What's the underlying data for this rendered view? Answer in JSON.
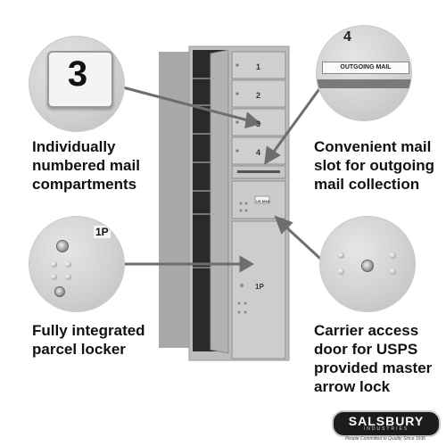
{
  "callouts": {
    "numbered": {
      "number": "3",
      "caption": [
        "Individually",
        "numbered mail",
        "compartments"
      ]
    },
    "outgoing": {
      "number": "4",
      "label": "OUTGOING MAIL",
      "caption": [
        "Convenient mail",
        "slot for outgoing",
        "mail collection"
      ]
    },
    "parcel": {
      "label": "1P",
      "caption": [
        "Fully integrated",
        "parcel locker"
      ]
    },
    "carrier": {
      "caption": [
        "Carrier access",
        "door for USPS",
        "provided master",
        "arrow lock"
      ]
    }
  },
  "mailbox": {
    "compartments": [
      "1",
      "2",
      "3",
      "4"
    ],
    "parcel_label": "1P",
    "carrier_plate": "US MAIL"
  },
  "brand": {
    "name": "SALSBURY",
    "sub": "INDUSTRIES",
    "tagline": "People Committed to Quality Since 1936"
  },
  "colors": {
    "panel": "#b9b9b9",
    "door": "#c9c9c9",
    "interior": "#2a2a2a",
    "callout_line": "#6e6e6e",
    "logo_bg": "#1c1c1c"
  }
}
